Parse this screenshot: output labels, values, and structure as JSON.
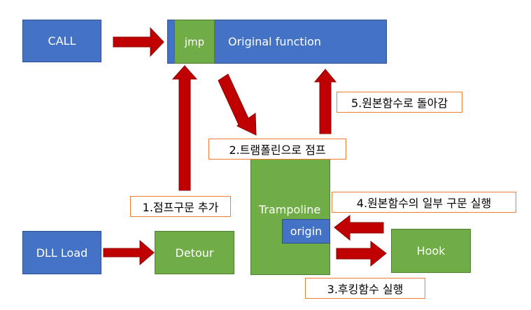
{
  "colors": {
    "blue": "#4472c4",
    "green": "#70ad47",
    "arrow": "#c00000",
    "label_border": "#ed7d31"
  },
  "nodes": {
    "call": "CALL",
    "original_function": "Original function",
    "jmp": "jmp",
    "dll_load": "DLL Load",
    "detour": "Detour",
    "trampoline": "Trampoline",
    "origin": "origin",
    "hook": "Hook"
  },
  "steps": {
    "step1": "1.점프구문 추가",
    "step2": "2.트램폴린으로 점프",
    "step3": "3.후킹함수 실행",
    "step4": "4.원본함수의 일부 구문 실행",
    "step5": "5.원본함수로 돌아감"
  }
}
